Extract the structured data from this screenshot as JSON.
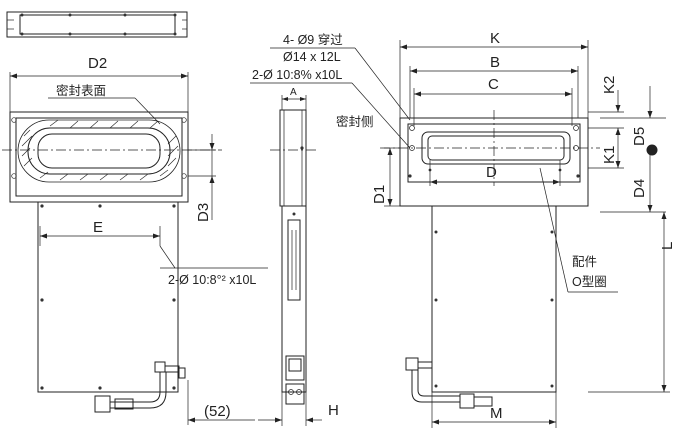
{
  "labels": {
    "D2": "D2",
    "E": "E",
    "D3": "D3",
    "paren52": "(52)",
    "H": "H",
    "K": "K",
    "B": "B",
    "C": "C",
    "D": "D",
    "K1": "K1",
    "K2": "K2",
    "D1": "D1",
    "D4": "D4",
    "D5": "D5",
    "L": "L",
    "M": "M",
    "A": "A"
  },
  "notes": {
    "seal_surface": "密封表面",
    "seal_side": "密封侧",
    "holes_through_1": "4- Ø9  穿过",
    "holes_through_2": "Ø14 x 12L",
    "pin_holes_top": "2-Ø 10:8% x10L",
    "pin_holes_bottom": "2-Ø 10:8°² x10L",
    "accessory": "配件",
    "oring": "O型圈"
  }
}
